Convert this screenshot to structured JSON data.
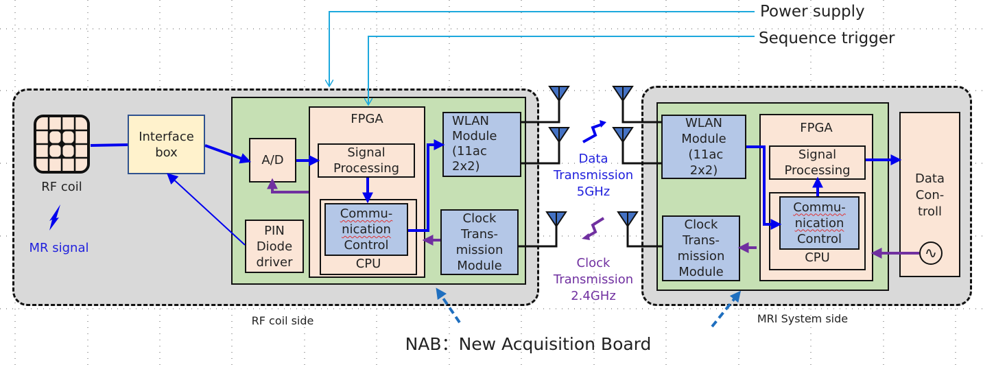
{
  "colors": {
    "data_line": "#0000ee",
    "clock_line": "#7030a0",
    "control_line": "#1ca8dd",
    "nab_pointer": "#1f6fbf",
    "peach": "#fbe5d6",
    "module_blue": "#b4c7e7",
    "board_green": "#c6e0b4",
    "region_gray": "#d9d9d9",
    "interface_cream": "#fff2cc"
  },
  "inputs": {
    "power_supply": "Power supply",
    "sequence_trigger": "Sequence trigger"
  },
  "rf_side": {
    "region_label": "RF coil side",
    "rf_coil_label": "RF coil",
    "mr_signal_label": "MR signal",
    "interface_box": "Interface\nbox",
    "ad": "A/D",
    "pin_diode": "PIN\nDiode\ndriver",
    "fpga": "FPGA",
    "signal_processing": "Signal\nProcessing",
    "comm_control": [
      "Commu-",
      "nication",
      "Control"
    ],
    "cpu": "CPU",
    "wlan": "WLAN\nModule\n(11ac\n2x2)",
    "clock_module": "Clock\nTrans-\nmission\nModule"
  },
  "mri_side": {
    "region_label": "MRI System side",
    "wlan": "WLAN\nModule\n (11ac\n2x2)",
    "fpga": "FPGA",
    "signal_processing": "Signal\nProcessing",
    "comm_control": [
      "Commu-",
      "nication",
      "Control"
    ],
    "cpu": "CPU",
    "clock_module": "Clock\nTrans-\nmission\nModule",
    "data_control": "Data\nCon-\ntroll",
    "oscillator_icon": "∿"
  },
  "wireless": {
    "data_label": "Data\nTransmission\n5GHz",
    "clock_label": "Clock\nTransmission\n2.4GHz"
  },
  "footer": {
    "nab_caption": "NAB：New Acquisition Board"
  }
}
